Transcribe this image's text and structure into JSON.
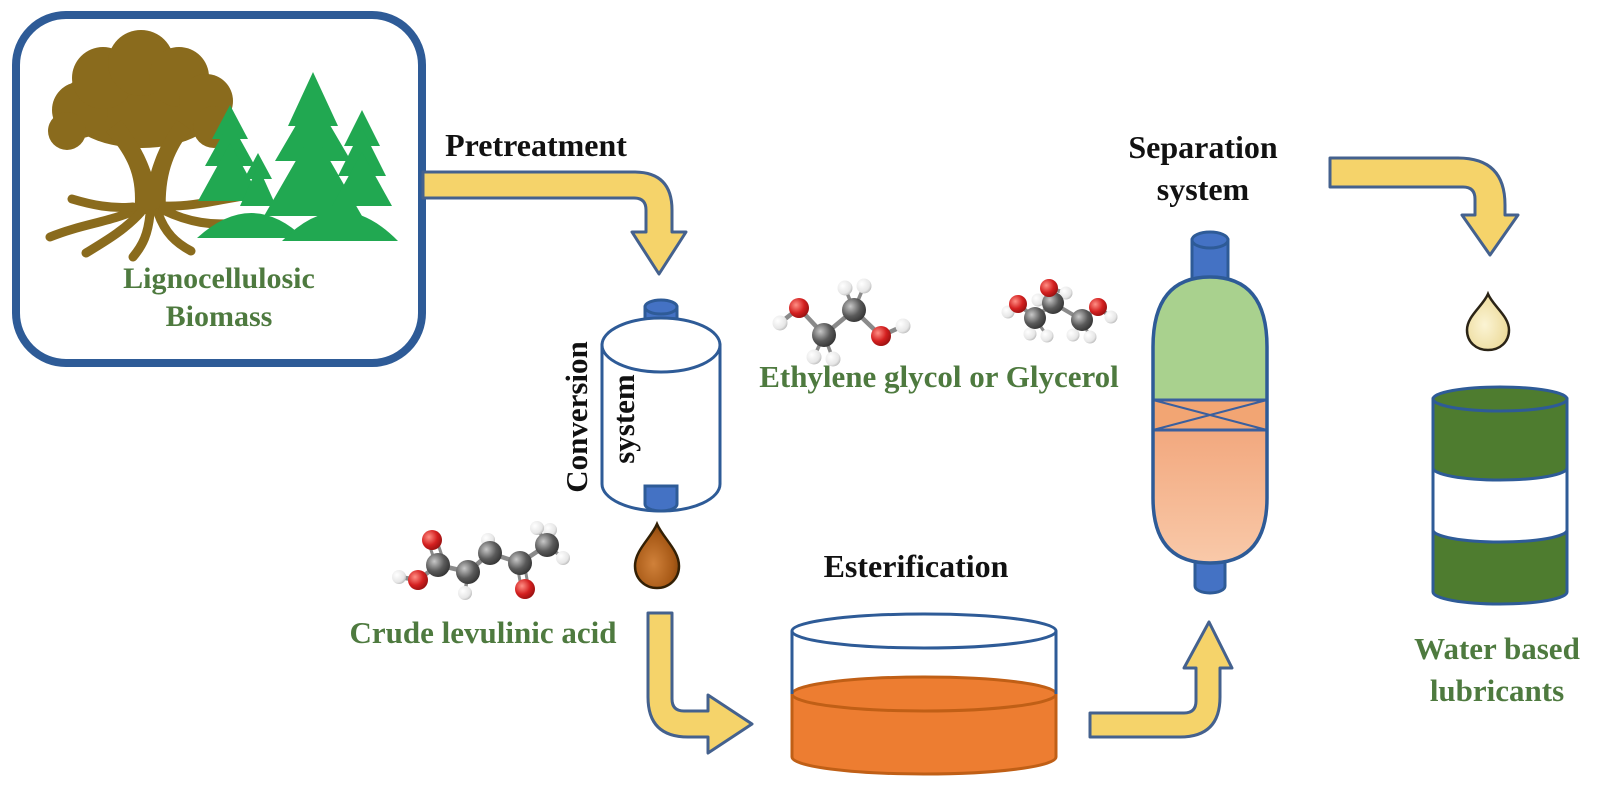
{
  "labels": {
    "biomass_line1": "Lignocellulosic",
    "biomass_line2": "Biomass",
    "pretreatment": "Pretreatment",
    "conversion_line1": "Conversion",
    "conversion_line2": "system",
    "glycols": "Ethylene glycol or Glycerol",
    "levulinic": "Crude levulinic acid",
    "esterification": "Esterification",
    "separation_line1": "Separation",
    "separation_line2": "system",
    "product_line1": "Water based",
    "product_line2": "lubricants"
  },
  "icons": {
    "biomass": "deciduous-tree-icon / pine-trees-icon",
    "flow": "elbow-arrow-icon",
    "conversion": "reactor-cylinder-icon",
    "crude_acid": "brown-droplet-icon",
    "esterification": "open-dish-with-orange-liquid-icon",
    "separation": "packed-column-icon",
    "product": "pale-oil-droplet-icon",
    "storage": "green-barrel-icon",
    "molecules": "ball-and-stick-molecule-icon"
  },
  "colors": {
    "outline_blue": "#2e5b97",
    "arrow_fill": "#f5d36a",
    "arrow_stroke": "#44618e",
    "text_black": "#111111",
    "label_green": "#4e7a3f",
    "tree_brown": "#8a6b1d",
    "pine_green": "#21a851",
    "cap_blue": "#4472c4",
    "vessel_white": "#ffffff",
    "liquid_orange": "#ed7d31",
    "liquid_orange_stroke": "#c05f16",
    "separation_green": "#a9d18e",
    "separation_band_orange": "#f2a573",
    "separation_bottom_peach": "#f6b893",
    "separation_line_blue": "#3a5f9e",
    "barrel_green": "#4e7c2f",
    "droplet_brown": "#a85a17",
    "droplet_pale": "#eedda0",
    "atom_red": "#d42020",
    "atom_gray": "#5a5a5a",
    "atom_white": "#f2f2f2",
    "bond_gray": "#8a8a8a"
  }
}
